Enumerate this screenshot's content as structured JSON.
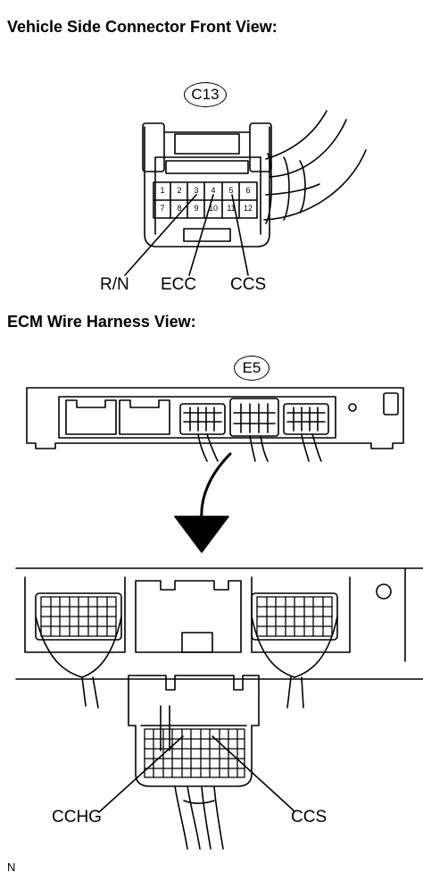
{
  "headings": {
    "vehicle_side": "Vehicle Side Connector Front View:",
    "ecm_harness": "ECM Wire Harness View:"
  },
  "connectors": {
    "c13": "C13",
    "e5": "E5"
  },
  "c13_pins_top": [
    "1",
    "2",
    "3",
    "4",
    "5",
    "6"
  ],
  "c13_pins_bottom": [
    "7",
    "8",
    "9",
    "10",
    "11",
    "12"
  ],
  "c13_terminals": {
    "rn": "R/N",
    "ecc": "ECC",
    "ccs": "CCS"
  },
  "e5_terminals": {
    "cchg": "CCHG",
    "ccs": "CCS"
  },
  "footer_code": "N"
}
